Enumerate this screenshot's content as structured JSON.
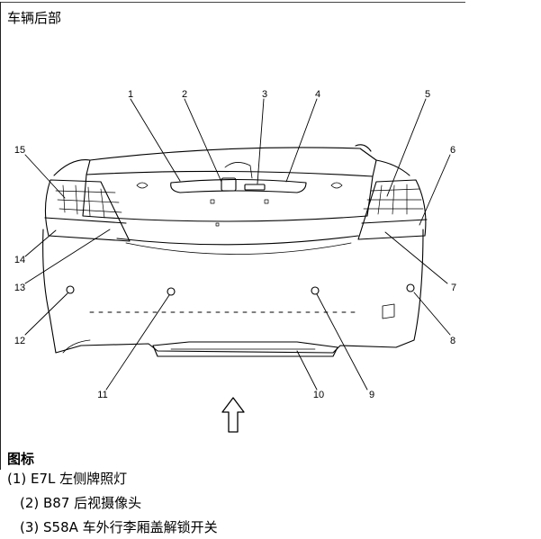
{
  "page_title": "车辆后部",
  "callouts": [
    "1",
    "2",
    "3",
    "4",
    "5",
    "6",
    "7",
    "8",
    "9",
    "10",
    "11",
    "12",
    "13",
    "14",
    "15"
  ],
  "legend": {
    "heading": "图标",
    "items": [
      "(1) E7L 左侧牌照灯",
      "(2) B87 后视摄像头",
      "(3) S58A 车外行李厢盖解锁开关"
    ]
  }
}
